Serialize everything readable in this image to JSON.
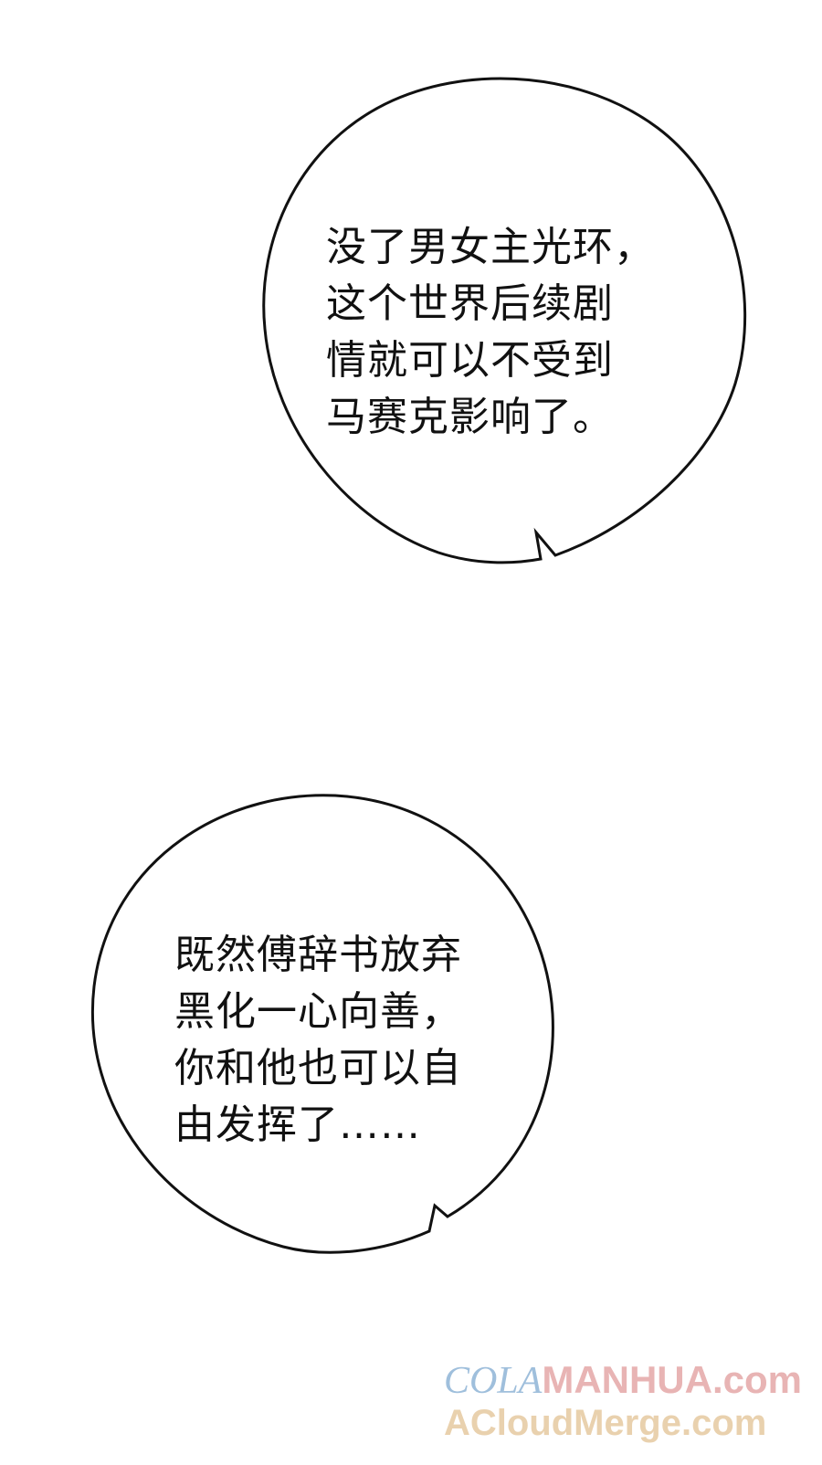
{
  "bubbles": [
    {
      "lines": [
        "没了男女主光环，",
        "这个世界后续剧",
        "情就可以不受到",
        "马赛克影响了。"
      ]
    },
    {
      "lines": [
        "既然傅辞书放弃",
        "黑化一心向善，",
        "你和他也可以自",
        "由发挥了……"
      ]
    }
  ],
  "watermark": {
    "line1_part1": "COLA",
    "line1_part2": "MANHUA.com",
    "line2": "ACloudMerge.com"
  },
  "colors": {
    "background": "#ffffff",
    "ink": "#111111",
    "watermark_blue": "#8fb4d6",
    "watermark_pink": "#e4a7a7",
    "watermark_gold": "#e6c9a0"
  }
}
